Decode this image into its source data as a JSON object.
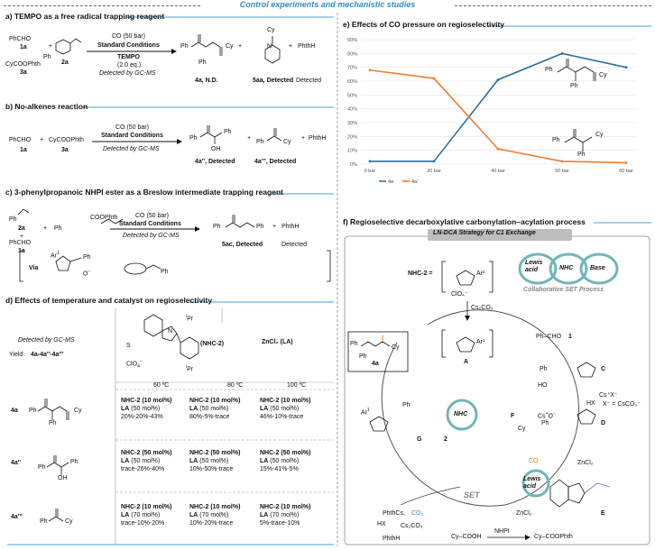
{
  "title": "Control experiments and mechanistic studies",
  "sec_a": {
    "header": "a) TEMPO as a free radical trapping reagent",
    "r1": "PhCHO",
    "r1_id": "1a",
    "r2": "CyCOOPhth",
    "r2_id": "3a",
    "r3_id": "2a",
    "cond1": "CO (50 bar)",
    "cond2": "Standard Conditions",
    "cond3": "TEMPO",
    "cond4": "(2.0 eq.)",
    "cond5": "Detected by GC-MS",
    "p1": "4a, N.D.",
    "p2": "5aa, Detected",
    "p3": "PhthH",
    "p3_status": "Detected",
    "cy": "Cy"
  },
  "sec_b": {
    "header": "b) No-alkenes reaction",
    "r1": "PhCHO",
    "r1_id": "1a",
    "plus": "+",
    "r2": "CyCOOPhth",
    "r2_id": "3a",
    "cond1": "CO (50 bar)",
    "cond2": "Standard Conditions",
    "cond3": "Detected by GC-MS",
    "p1": "4a'', Detected",
    "p2": "4a''', Detected",
    "p3": "PhthH"
  },
  "sec_c": {
    "header": "c) 3-phenylpropanoic NHPI ester as a Breslow intermediate trapping reagent",
    "r1_id": "2a",
    "r2": "PhCHO",
    "r2_id": "1a",
    "r3": "COOPhth",
    "cond1": "CO (50 bar)",
    "cond2": "Standard Conditions",
    "cond3": "Detected by GC-MS",
    "p1": "5ac, Detected",
    "p2": "PhthH",
    "p2_status": "Detected",
    "via": "Via"
  },
  "sec_d": {
    "header": "d) Effects of temperature and catalyst on regioselectivity",
    "detected": "Detected by GC-MS",
    "yield_label": "Yield:",
    "yield_value": "4a-4a''-4a'''",
    "nhc_label": "(NHC-2)",
    "la_label": "ZnCl₂ (LA)",
    "temps": [
      "60 ºC",
      "80 ºC",
      "100 ºC"
    ],
    "rows": [
      {
        "label": "4a",
        "cells": [
          [
            "NHC-2 (10 mol%)",
            "LA (50 mol%)",
            "20%-20%-43%"
          ],
          [
            "NHC-2 (10 mol%)",
            "LA (50 mol%)",
            "80%-5%-trace"
          ],
          [
            "NHC-2 (10 mol%)",
            "LA (50 mol%)",
            "46%-10%-trace"
          ]
        ]
      },
      {
        "label": "4a''",
        "cells": [
          [
            "NHC-2 (50 mol%)",
            "LA (50 mol%)",
            "trace-26%-40%"
          ],
          [
            "NHC-2 (50 mol%)",
            "LA (50 mol%)",
            "10%-50%-trace"
          ],
          [
            "NHC-2 (50 mol%)",
            "LA (50 mol%)",
            "15%-41%-5%"
          ]
        ]
      },
      {
        "label": "4a'''",
        "cells": [
          [
            "NHC-2 (10 mol%)",
            "LA (70 mol%)",
            "trace-10%-20%"
          ],
          [
            "NHC-2 (10 mol%)",
            "LA (70 mol%)",
            "10%-20%-trace"
          ],
          [
            "NHC-2 (10 mol%)",
            "LA (70 mol%)",
            "5%-trace-10%"
          ]
        ]
      }
    ]
  },
  "sec_e": {
    "header": "e) Effects of CO pressure on regioselectivity",
    "chart_data": {
      "type": "line",
      "categories": [
        "0 bar",
        "20 bar",
        "40 bar",
        "50 bar",
        "60 bar"
      ],
      "ylim": [
        0,
        90
      ],
      "yticks": [
        "0%",
        "10%",
        "20%",
        "30%",
        "40%",
        "50%",
        "60%",
        "70%",
        "80%",
        "90%"
      ],
      "series": [
        {
          "name": "4a",
          "color": "#2e6e9e",
          "values": [
            2,
            2,
            61,
            80,
            70
          ]
        },
        {
          "name": "4a'",
          "color": "#ef7d31",
          "values": [
            68,
            62,
            11,
            2,
            1
          ]
        }
      ],
      "grid": true,
      "legend": "bottom-left"
    }
  },
  "sec_f": {
    "header": "f) Regioselective decarboxylative carbonylation–acylation process",
    "banner": "LN-DCA Strategy for C1 Exchange",
    "nhc2": "NHC-2 =",
    "clo4": "ClO₄⁻",
    "ar1": "Ar¹",
    "cs2co3": "Cs₂CO₃",
    "lewis": "Lewis acid",
    "nhc": "NHC",
    "base": "Base",
    "collab": "Collaborative SET Process",
    "phcho": "Ph–CHO",
    "phcho_id": "1",
    "labels": {
      "A": "A",
      "C": "C",
      "D": "D",
      "E": "E",
      "F": "F",
      "G": "G",
      "two": "2",
      "p4a": "4a"
    },
    "cs_x": "Cs⁺X⁻",
    "hx": "HX",
    "x_eq": "X⁻ = CsCO₃⁻",
    "co": "CO",
    "set": "SET",
    "zncl2": "ZnCl₂",
    "phthcs": "PhthCs,",
    "co2": "CO₂",
    "phthh": "PhthH",
    "cs2co3_b": "Cs₂CO₃",
    "hx_b": "HX",
    "cy_cooh": "Cy–COOH",
    "nhpi": "NHPI",
    "cy_cooh_b": "Cy–COOPhth",
    "lewis2": "Lewis acid"
  }
}
